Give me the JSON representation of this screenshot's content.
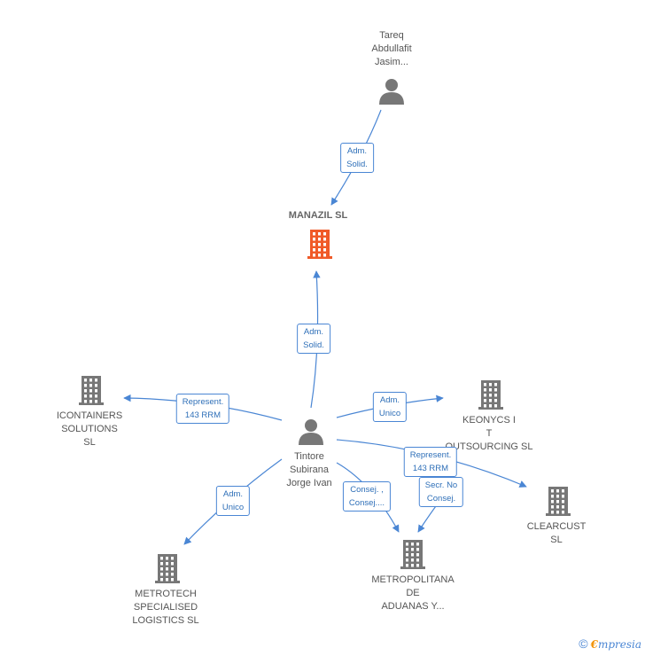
{
  "colors": {
    "edge": "#4a86d4",
    "company": "#777777",
    "company_main": "#f05a28",
    "person": "#777777"
  },
  "nodes": {
    "tareq": {
      "label": "Tareq\nAbdullafit\nJasim...",
      "kind": "person-icon"
    },
    "manazil": {
      "label": "MANAZIL  SL",
      "kind": "building-icon"
    },
    "tintore": {
      "label": "Tintore\nSubirana\nJorge Ivan",
      "kind": "person-icon"
    },
    "icontainers": {
      "label": "ICONTAINERS\nSOLUTIONS\nSL",
      "kind": "building-icon"
    },
    "keonycs": {
      "label": "KEONYCS I\nT\nOUTSOURCING SL",
      "kind": "building-icon"
    },
    "clearcust": {
      "label": "CLEARCUST\nSL",
      "kind": "building-icon"
    },
    "metrotech": {
      "label": "METROTECH\nSPECIALISED\nLOGISTICS  SL",
      "kind": "building-icon"
    },
    "metropolitana": {
      "label": "METROPOLITANA\nDE\nADUANAS Y...",
      "kind": "building-icon"
    }
  },
  "edges": {
    "e1": {
      "label": "Adm.\nSolid."
    },
    "e2": {
      "label": "Adm.\nSolid."
    },
    "e3": {
      "label": "Represent.\n143 RRM"
    },
    "e4": {
      "label": "Adm.\nUnico"
    },
    "e5": {
      "label": "Represent.\n143 RRM"
    },
    "e6": {
      "label": "Adm.\nUnico"
    },
    "e7": {
      "label": "Consej. ,\nConsej...."
    },
    "e8": {
      "label": "Secr.  No\nConsej."
    }
  },
  "brand": {
    "copyright": "©",
    "e": "€",
    "rest": "mpresia"
  }
}
